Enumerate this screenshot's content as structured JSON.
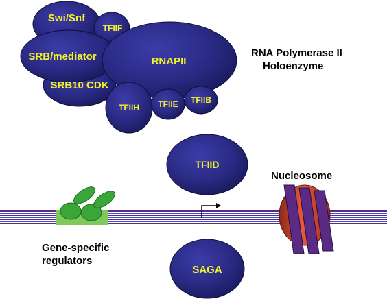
{
  "complexes": {
    "swisnf": "Swi/Snf",
    "tfiif": "TFIIF",
    "srb_mediator": "SRB/mediator",
    "rnapii": "RNAPII",
    "srb10_cdk": "SRB10 CDK",
    "tfiih": "TFIIH",
    "tfiie": "TFIIE",
    "tfiib": "TFIIB",
    "tfiid": "TFIID",
    "saga": "SAGA"
  },
  "labels": {
    "holoenzyme_line1": "RNA Polymerase II",
    "holoenzyme_line2": "Holoenzyme",
    "nucleosome": "Nucleosome",
    "regulators_line1": "Gene-specific",
    "regulators_line2": "regulators"
  },
  "colors": {
    "protein_fill": "#28287f",
    "label_yellow": "#f5f227",
    "regulator_green": "#3aa63a",
    "binding_site": "#7dc95a",
    "histone_red": "#d9462a",
    "histone_purple": "#5a2a84"
  },
  "icons": {
    "promoter": "transcription-start-arrow-icon"
  }
}
